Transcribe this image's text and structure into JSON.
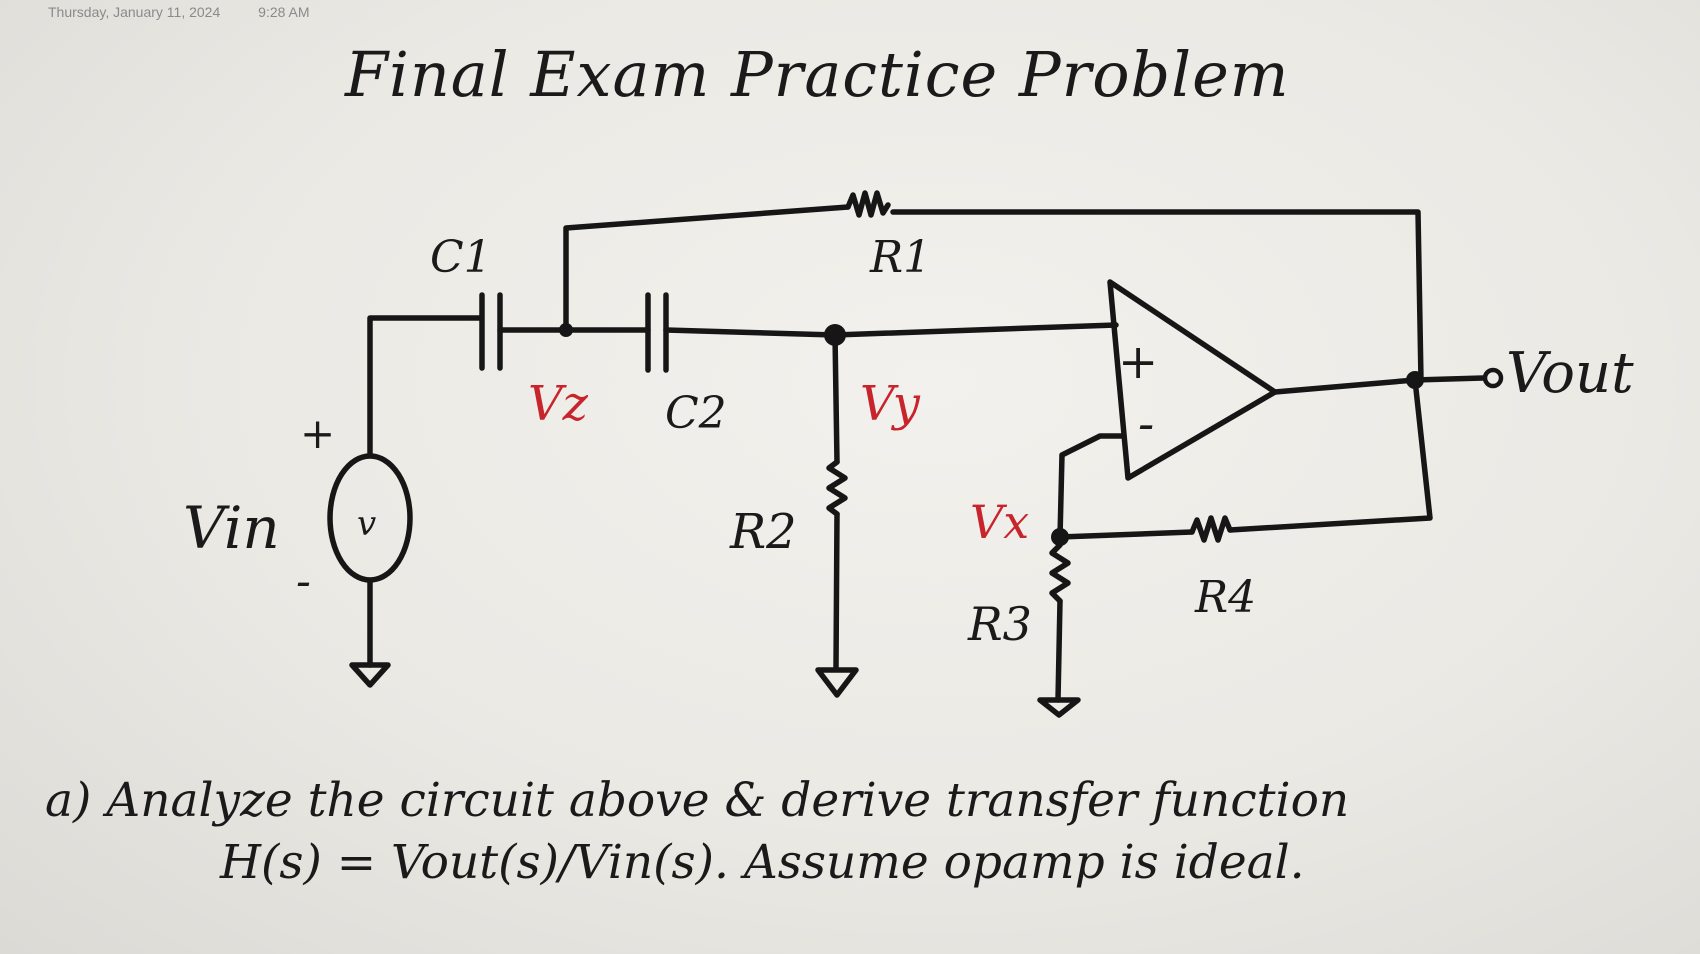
{
  "header": {
    "date": "Thursday, January 11, 2024",
    "time": "9:28 AM"
  },
  "title": "Final Exam Practice Problem",
  "circuit": {
    "labels": {
      "c1": "C1",
      "c2": "C2",
      "r1": "R1",
      "r2": "R2",
      "r3": "R3",
      "r4": "R4",
      "vin": "Vin",
      "source_symbol": "v",
      "plus": "+",
      "minus": "-",
      "opamp_plus": "+",
      "opamp_minus": "-",
      "vout": "Vout"
    },
    "node_labels": {
      "vz": "Vz",
      "vy": "Vy",
      "vx": "Vx"
    },
    "colors": {
      "ink": "#161616",
      "node_label": "#c8242b"
    }
  },
  "question": {
    "line1": "a) Analyze the circuit above & derive transfer function",
    "line2": "H(s) = Vout(s)/Vin(s). Assume opamp is ideal."
  }
}
